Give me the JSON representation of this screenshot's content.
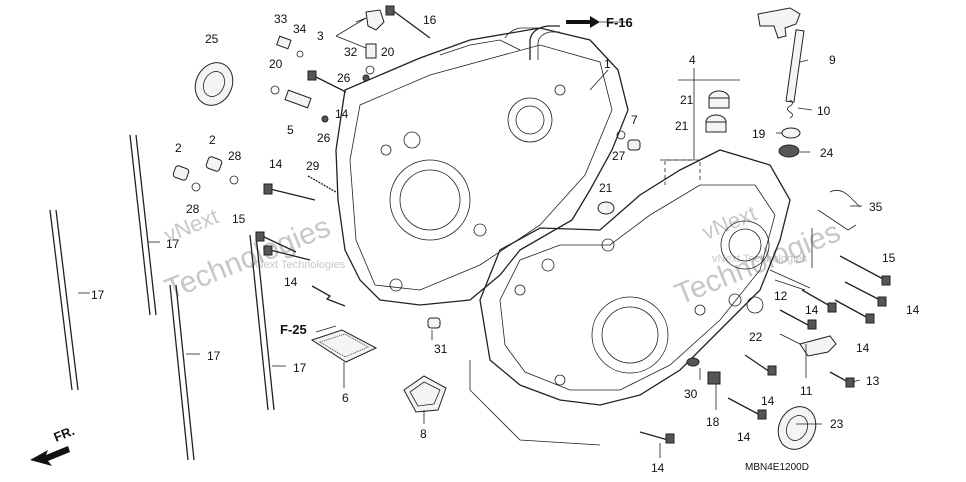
{
  "diagram": {
    "part_code": "MBN4E1200D",
    "direction_label": "FR.",
    "refs": {
      "f16": "F-16",
      "f25": "F-25"
    },
    "watermark": {
      "line1": "vNext",
      "line2": "Technologies",
      "mid": "vNext Technologies"
    },
    "parts": [
      {
        "id": "1",
        "label": "1"
      },
      {
        "id": "2a",
        "label": "2"
      },
      {
        "id": "2b",
        "label": "2"
      },
      {
        "id": "3",
        "label": "3"
      },
      {
        "id": "4",
        "label": "4"
      },
      {
        "id": "5",
        "label": "5"
      },
      {
        "id": "6",
        "label": "6"
      },
      {
        "id": "7",
        "label": "7"
      },
      {
        "id": "8",
        "label": "8"
      },
      {
        "id": "9",
        "label": "9"
      },
      {
        "id": "10",
        "label": "10"
      },
      {
        "id": "11",
        "label": "11"
      },
      {
        "id": "12",
        "label": "12"
      },
      {
        "id": "13",
        "label": "13"
      },
      {
        "id": "14a",
        "label": "14"
      },
      {
        "id": "14b",
        "label": "14"
      },
      {
        "id": "14c",
        "label": "14"
      },
      {
        "id": "14d",
        "label": "14"
      },
      {
        "id": "14e",
        "label": "14"
      },
      {
        "id": "14f",
        "label": "14"
      },
      {
        "id": "14g",
        "label": "14"
      },
      {
        "id": "14h",
        "label": "14"
      },
      {
        "id": "15a",
        "label": "15"
      },
      {
        "id": "15b",
        "label": "15"
      },
      {
        "id": "16",
        "label": "16"
      },
      {
        "id": "17a",
        "label": "17"
      },
      {
        "id": "17b",
        "label": "17"
      },
      {
        "id": "17c",
        "label": "17"
      },
      {
        "id": "17d",
        "label": "17"
      },
      {
        "id": "18",
        "label": "18"
      },
      {
        "id": "19",
        "label": "19"
      },
      {
        "id": "20a",
        "label": "20"
      },
      {
        "id": "20b",
        "label": "20"
      },
      {
        "id": "21a",
        "label": "21"
      },
      {
        "id": "21b",
        "label": "21"
      },
      {
        "id": "21c",
        "label": "21"
      },
      {
        "id": "22",
        "label": "22"
      },
      {
        "id": "23",
        "label": "23"
      },
      {
        "id": "24",
        "label": "24"
      },
      {
        "id": "25",
        "label": "25"
      },
      {
        "id": "26a",
        "label": "26"
      },
      {
        "id": "26b",
        "label": "26"
      },
      {
        "id": "27",
        "label": "27"
      },
      {
        "id": "28a",
        "label": "28"
      },
      {
        "id": "28b",
        "label": "28"
      },
      {
        "id": "29",
        "label": "29"
      },
      {
        "id": "30",
        "label": "30"
      },
      {
        "id": "31",
        "label": "31"
      },
      {
        "id": "32",
        "label": "32"
      },
      {
        "id": "33",
        "label": "33"
      },
      {
        "id": "34",
        "label": "34"
      },
      {
        "id": "35",
        "label": "35"
      }
    ]
  }
}
